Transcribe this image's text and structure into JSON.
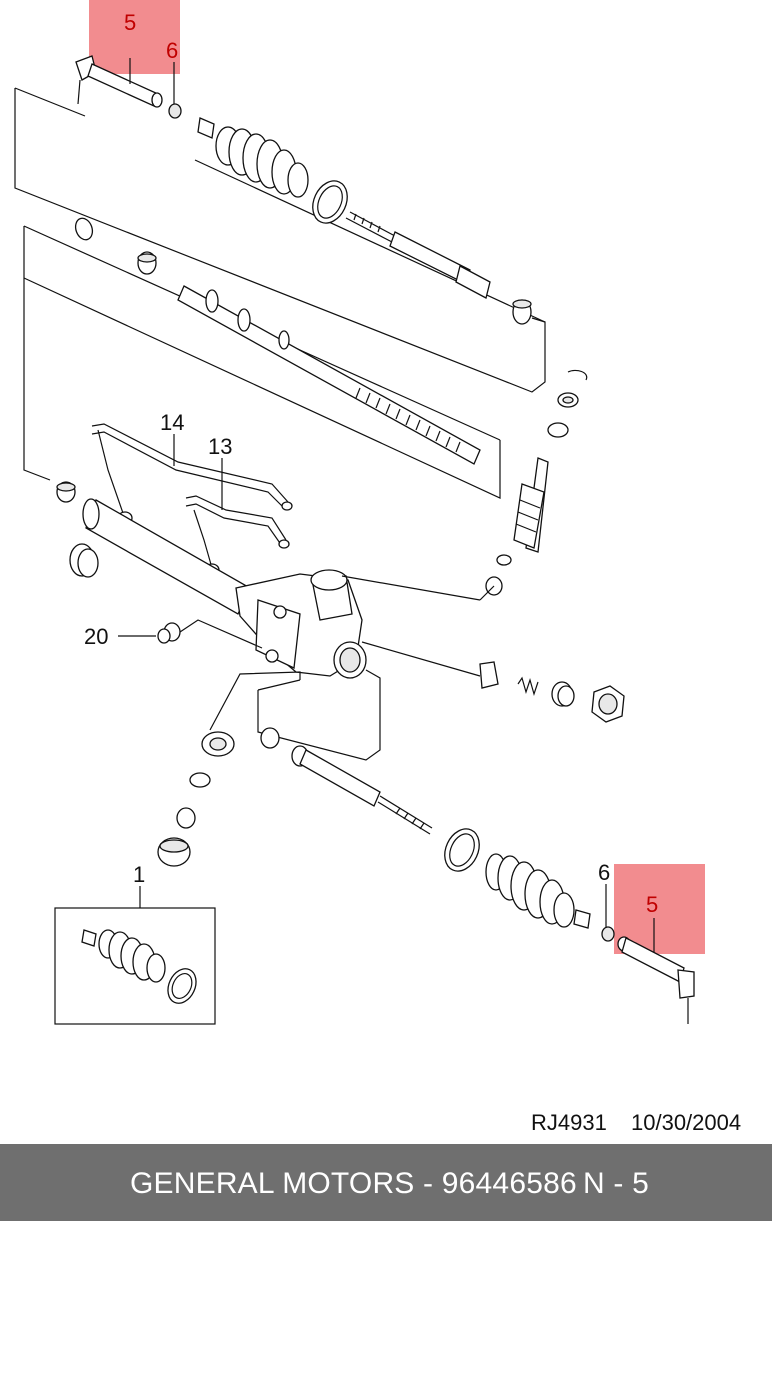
{
  "diagram": {
    "callouts": {
      "c5_top": "5",
      "c6_top": "6",
      "c14": "14",
      "c13": "13",
      "c20": "20",
      "c1": "1",
      "c6_bottom": "6",
      "c5_bottom": "5"
    },
    "reference_code": "RJ4931",
    "reference_date": "10/30/2004",
    "highlight_color": "#f28c8f",
    "highlight_text_color": "#c00000"
  },
  "footer": {
    "brand_part": "GENERAL MOTORS - 96446586",
    "page_ref": "N - 5",
    "background": "#6f6f6f"
  }
}
